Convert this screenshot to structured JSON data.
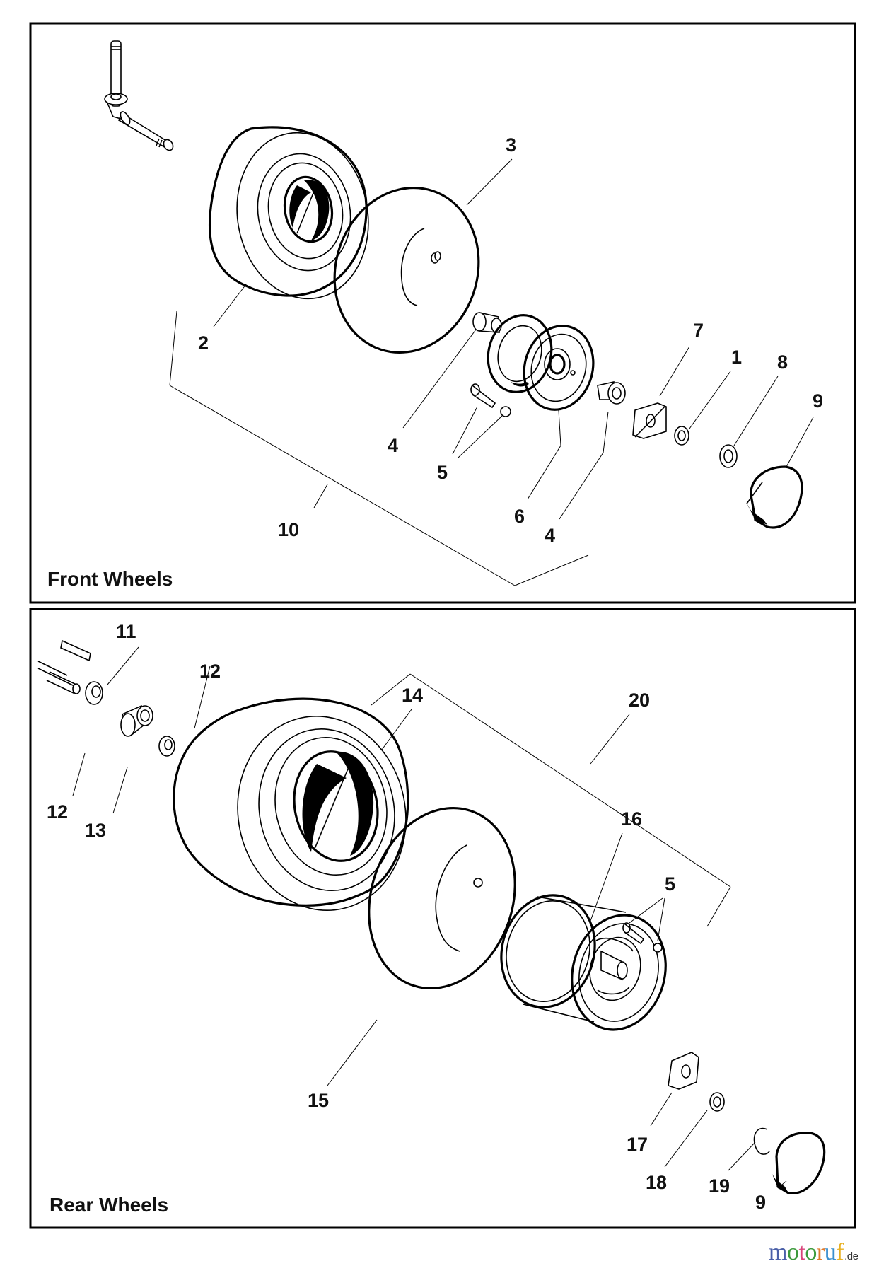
{
  "panels": [
    {
      "title": "Front Wheels",
      "callouts": [
        "3",
        "2",
        "4",
        "5",
        "6",
        "4",
        "7",
        "1",
        "8",
        "9",
        "10"
      ]
    },
    {
      "title": "Rear Wheels",
      "callouts": [
        "11",
        "12",
        "14",
        "20",
        "12",
        "13",
        "16",
        "5",
        "15",
        "17",
        "18",
        "19",
        "9"
      ]
    }
  ],
  "watermark": {
    "letters": [
      "m",
      "o",
      "t",
      "o",
      "r",
      "u",
      "f"
    ],
    "colors": [
      "#4a5fa8",
      "#3c9a3c",
      "#d9437a",
      "#3a9a3a",
      "#e07a2a",
      "#3a8fd0",
      "#e8b020"
    ],
    "tld": ".de"
  }
}
